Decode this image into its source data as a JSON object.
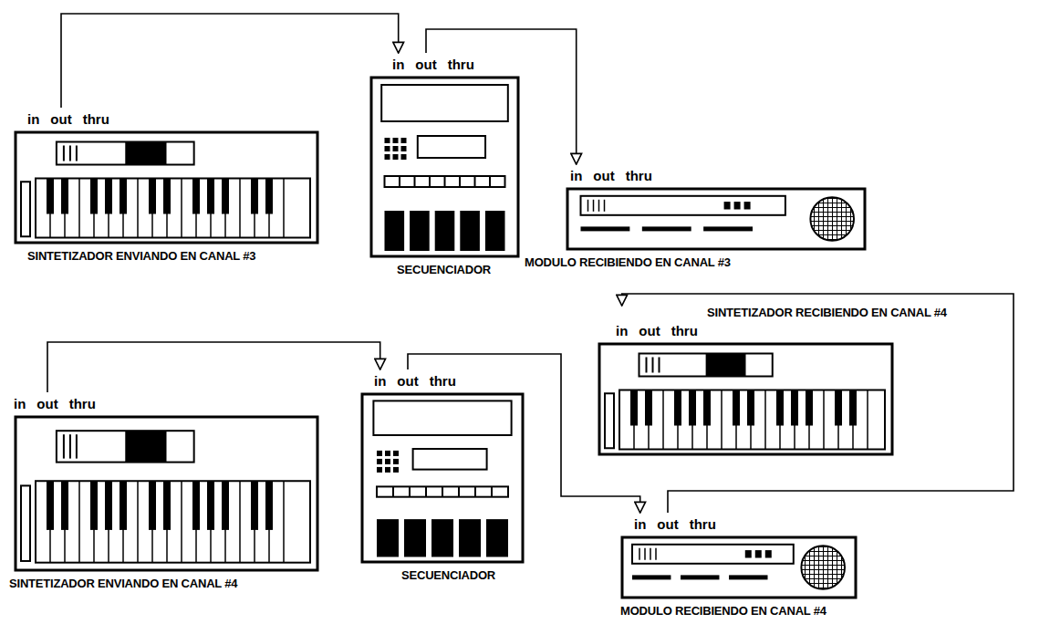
{
  "diagram": {
    "nodes": [
      {
        "text": [
          "in",
          "out",
          "thru",
          "SINTETIZADOR ENVIANDO EN CANAL #3"
        ]
      },
      {
        "text": [
          "in",
          "out",
          "thru",
          "SECUENCIADOR"
        ]
      },
      {
        "text": [
          "in",
          "out",
          "thru",
          "MODULO RECIBIENDO EN CANAL #3"
        ]
      },
      {
        "text": [
          "in",
          "out",
          "thru",
          "SINTETIZADOR RECIBIENDO EN CANAL #4"
        ]
      },
      {
        "text": [
          "in",
          "out",
          "thru",
          "SINTETIZADOR ENVIANDO EN CANAL #4"
        ]
      },
      {
        "text": [
          "in",
          "out",
          "thru",
          "SECUENCIADOR"
        ]
      },
      {
        "text": [
          "in",
          "out",
          "thru",
          "MODULO RECIBIENDO EN CANAL #4"
        ]
      }
    ],
    "edges": [
      {
        "from": 0,
        "to": 1,
        "arrow": "to"
      },
      {
        "from": 1,
        "to": 2,
        "arrow": "to"
      },
      {
        "from": 4,
        "to": 5,
        "arrow": "to"
      },
      {
        "from": 5,
        "to": 6,
        "arrow": "to"
      },
      {
        "from": 6,
        "to": 3,
        "arrow": "to"
      }
    ]
  }
}
